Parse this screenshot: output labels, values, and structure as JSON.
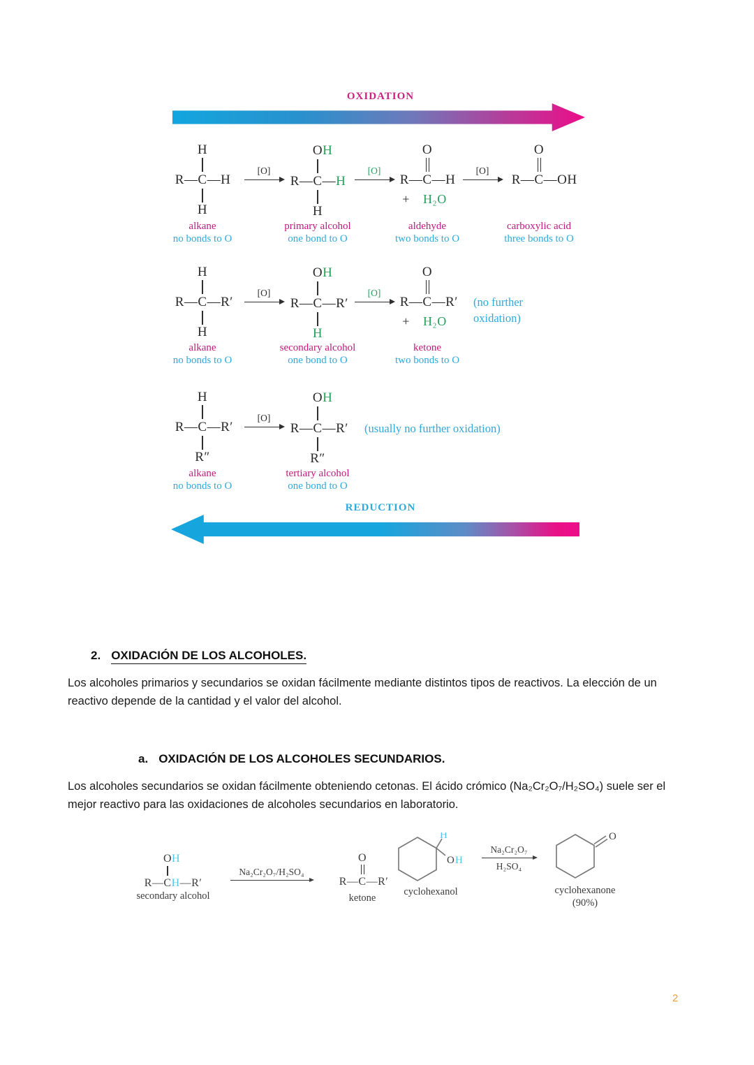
{
  "page_number": "2",
  "fig1": {
    "oxidation": "OXIDATION",
    "reduction": "REDUCTION",
    "o_bracket": "[O]",
    "r1": {
      "s1": {
        "top": "H",
        "l": "R—",
        "c": "C",
        "r": "—H",
        "bottom": "H",
        "name": "alkane",
        "bonds": "no bonds to O"
      },
      "s2": {
        "top_o": "O",
        "top_h": "H",
        "l": "R—",
        "c": "C",
        "r_dash": "—",
        "r_h": "H",
        "bottom": "H",
        "name": "primary alcohol",
        "bonds": "one bond to O"
      },
      "s3": {
        "top": "O",
        "l": "R—",
        "c": "C",
        "r": "—H",
        "plus": "+",
        "h2o": "H₂O",
        "name": "aldehyde",
        "bonds": "two bonds to O"
      },
      "s4": {
        "top": "O",
        "l": "R—",
        "c": "C",
        "r": "—OH",
        "name": "carboxylic acid",
        "bonds": "three bonds to O"
      }
    },
    "r2": {
      "s1": {
        "top": "H",
        "l": "R—",
        "c": "C",
        "r": "—R′",
        "bottom": "H",
        "name": "alkane",
        "bonds": "no bonds to O"
      },
      "s2": {
        "top_o": "O",
        "top_h": "H",
        "l": "R—",
        "c": "C",
        "r": "—R′",
        "bottom": "H",
        "name": "secondary alcohol",
        "bonds": "one bond to O"
      },
      "s3": {
        "top": "O",
        "l": "R—",
        "c": "C",
        "r": "—R′",
        "plus": "+",
        "h2o": "H₂O",
        "name": "ketone",
        "bonds": "two bonds to O"
      },
      "note1": "(no further",
      "note2": "oxidation)"
    },
    "r3": {
      "s1": {
        "top": "H",
        "l": "R—",
        "c": "C",
        "r": "—R′",
        "bottom": "R″",
        "name": "alkane",
        "bonds": "no bonds to O"
      },
      "s2": {
        "top_o": "O",
        "top_h": "H",
        "l": "R—",
        "c": "C",
        "r": "—R′",
        "bottom": "R″",
        "name": "tertiary alcohol",
        "bonds": "one bond to O"
      },
      "note": "(usually no further oxidation)"
    }
  },
  "sec2": {
    "num": "2.",
    "title": "OXIDACIÓN DE LOS ALCOHOLES.",
    "body": "Los alcoholes primarios y secundarios se oxidan fácilmente mediante distintos tipos de reactivos. La elección de un reactivo depende de la cantidad y el valor del alcohol."
  },
  "sec2a": {
    "num": "a.",
    "title": "OXIDACIÓN DE LOS ALCOHOLES SECUNDARIOS.",
    "body": "Los alcoholes secundarios se oxidan fácilmente obteniendo cetonas. El ácido crómico (Na₂Cr₂O₇/H₂SO₄) suele ser el mejor reactivo para las oxidaciones de alcoholes secundarios en laboratorio."
  },
  "fig2": {
    "s_alc": {
      "top_o": "O",
      "top_h": "H",
      "l": "R—",
      "c": "C",
      "h": "H",
      "r": "—R′",
      "label": "secondary alcohol"
    },
    "arrow1": "Na₂Cr₂O₇/H₂SO₄",
    "ketone": {
      "top": "O",
      "l": "R—",
      "c": "C",
      "r": "—R′",
      "label": "ketone"
    },
    "cyclohexanol": {
      "h": "H",
      "o": "O",
      "oh_h": "H",
      "label": "cyclohexanol"
    },
    "arrow2_top": "Na₂Cr₂O₇",
    "arrow2_bot": "H₂SO₄",
    "cyclohexanone": {
      "o": "O",
      "label": "cyclohexanone",
      "yield": "(90%)"
    }
  }
}
